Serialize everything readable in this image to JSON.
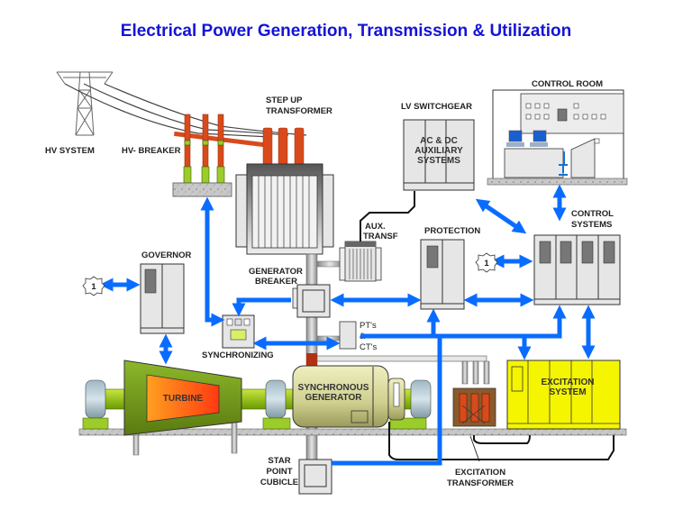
{
  "title": "Electrical Power Generation, Transmission & Utilization",
  "colors": {
    "title": "#1414d8",
    "arrow": "#0a6cff",
    "excitation_system": "#f5f500",
    "turbine_body": "#7aa21a",
    "turbine_core": "#ff6a10",
    "generator": "#d9d9a0",
    "insulator": "#d84a1c",
    "cabinet": "#e6e6e6",
    "excitation_transformer": "#8b5a2b"
  },
  "labels": {
    "hv_system": "HV SYSTEM",
    "hv_breaker": "HV- BREAKER",
    "step_up_transformer": [
      "STEP UP",
      "TRANSFORMER"
    ],
    "lv_switchgear": "LV SWITCHGEAR",
    "ac_dc_aux": [
      "AC & DC",
      "AUXILIARY",
      "SYSTEMS"
    ],
    "control_room": "CONTROL ROOM",
    "control_systems": [
      "CONTROL",
      "SYSTEMS"
    ],
    "aux_transf": [
      "AUX.",
      "TRANSF"
    ],
    "protection": "PROTECTION",
    "governor": "GOVERNOR",
    "generator_breaker": [
      "GENERATOR",
      "BREAKER"
    ],
    "synchronizing": "SYNCHRONIZING",
    "pt_ct": [
      "PT's",
      "&",
      "CT's"
    ],
    "turbine": "TURBINE",
    "synchronous_generator": [
      "SYNCHRONOUS",
      "GENERATOR"
    ],
    "excitation_system": [
      "EXCITATION",
      "SYSTEM"
    ],
    "excitation_transformer": [
      "EXCITATION",
      "TRANSFORMER"
    ],
    "star_point_cubicle": [
      "STAR",
      "POINT",
      "CUBICLE"
    ],
    "ref_marker": "1"
  }
}
